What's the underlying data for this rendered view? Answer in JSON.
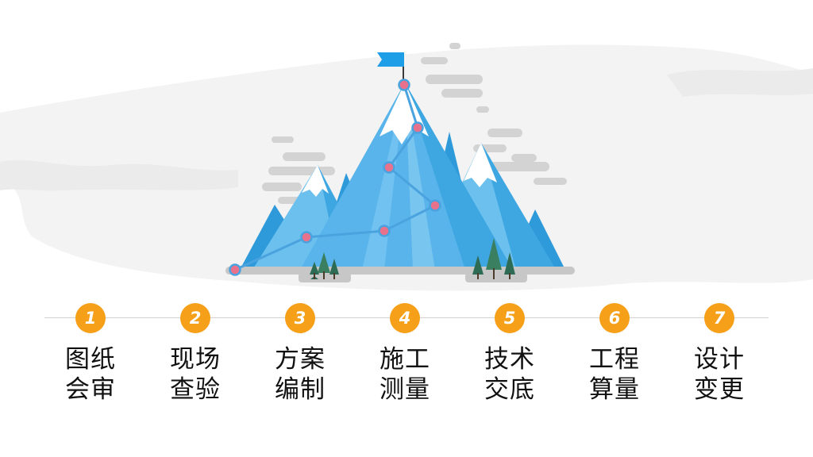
{
  "colors": {
    "accent": "#f6a01a",
    "mountain_dark": "#2e9ad9",
    "mountain_light": "#6cc0ee",
    "route": "#4aa3df",
    "waypoint": "#e8718c",
    "flag": "#1f9ee8",
    "cloud": "#d3d3d3",
    "ground": "#c7c7c7",
    "tree": "#2e6b54"
  },
  "steps": [
    {
      "number": "1",
      "line1": "图纸",
      "line2": "会审"
    },
    {
      "number": "2",
      "line1": "现场",
      "line2": "查验"
    },
    {
      "number": "3",
      "line1": "方案",
      "line2": "编制"
    },
    {
      "number": "4",
      "line1": "施工",
      "line2": "测量"
    },
    {
      "number": "5",
      "line1": "技术",
      "line2": "交底"
    },
    {
      "number": "6",
      "line1": "工程",
      "line2": "算量"
    },
    {
      "number": "7",
      "line1": "设计",
      "line2": "变更"
    }
  ],
  "illustration": {
    "name": "mountain-summit-illustration",
    "icons": [
      "flag-icon",
      "cloud-icon",
      "tree-icon",
      "waypoint-icon"
    ]
  }
}
